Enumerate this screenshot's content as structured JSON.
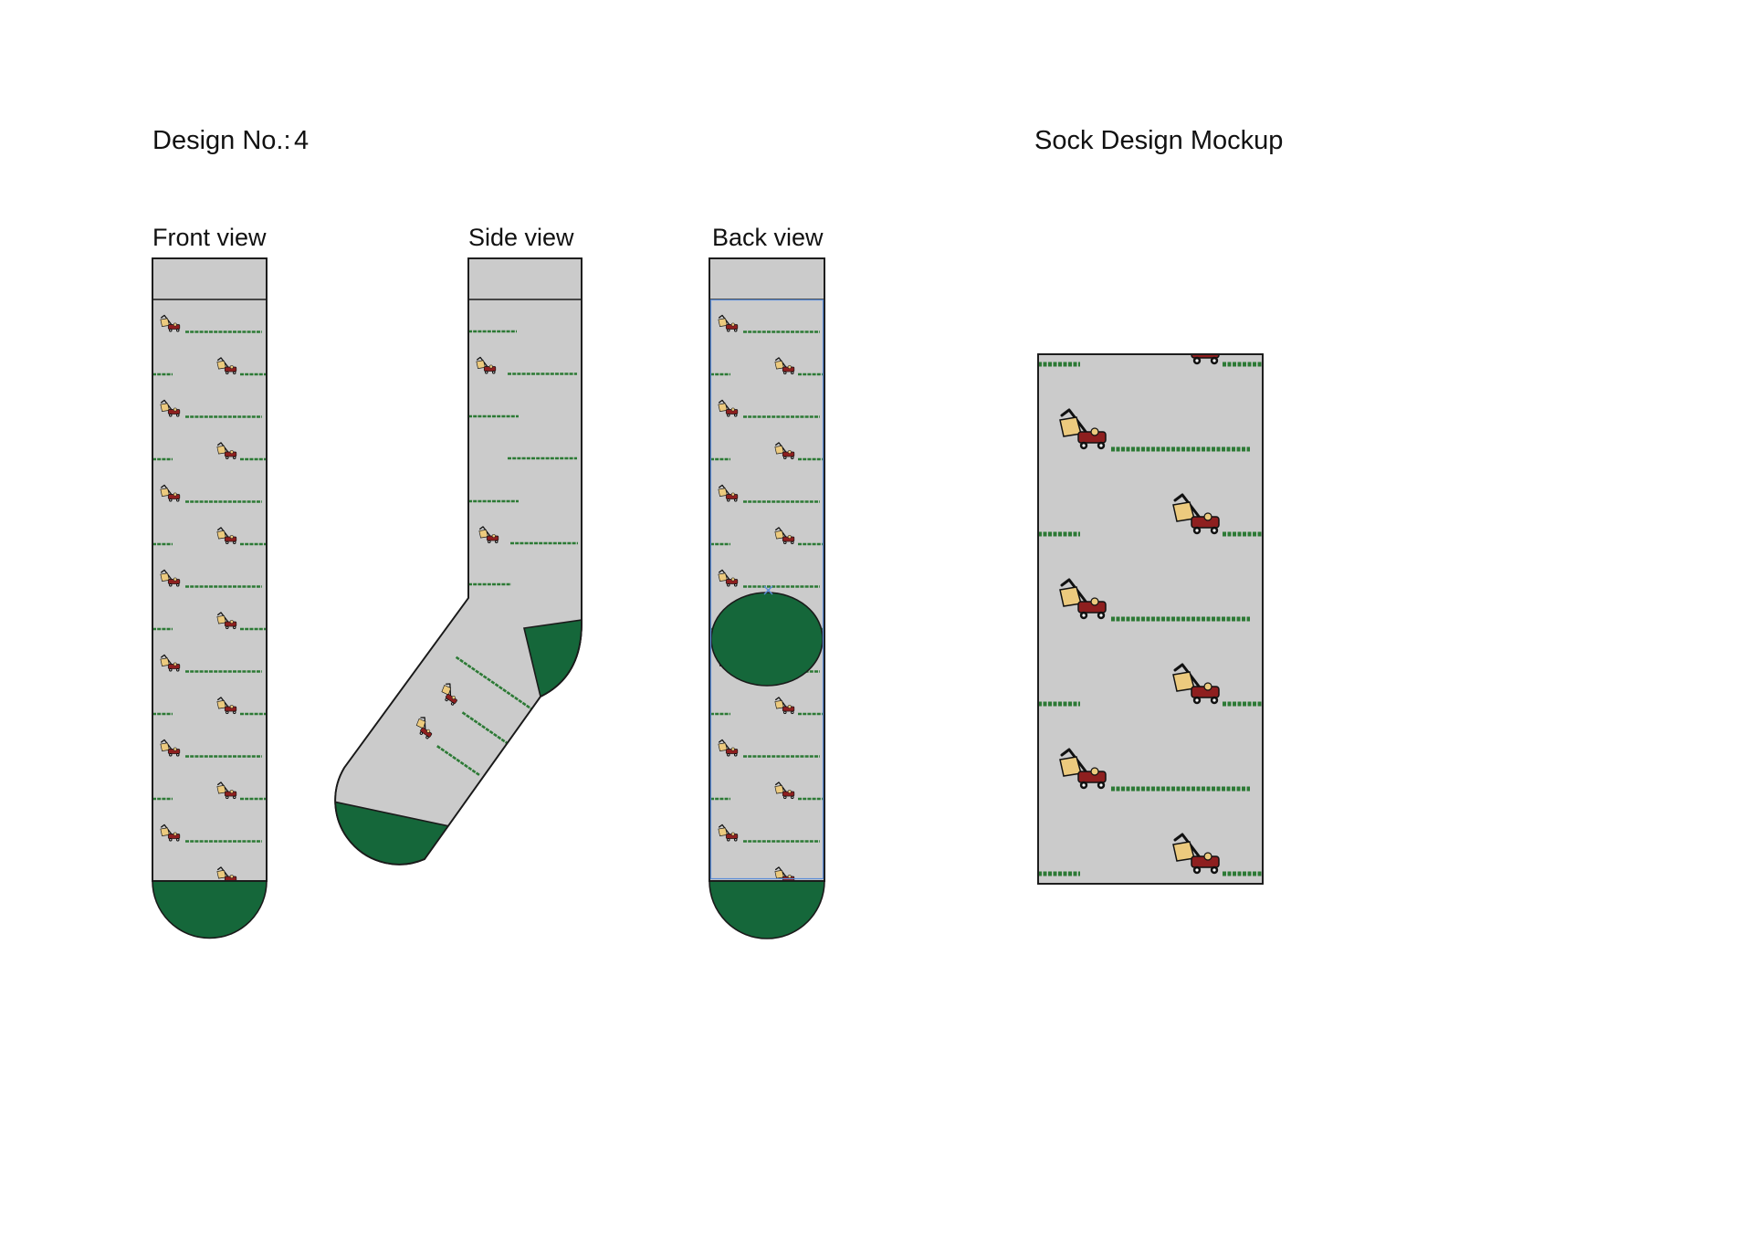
{
  "document": {
    "design_label": "Design No.:",
    "design_number": "4",
    "title": "Sock Design Mockup"
  },
  "views": [
    {
      "label": "Front view"
    },
    {
      "label": "Side view"
    },
    {
      "label": "Back view"
    }
  ],
  "icons": {
    "motif": "lawn-mower-icon",
    "ground": "grass-line"
  },
  "colors": {
    "background": "#ffffff",
    "sock_fabric": "#cbcbcb",
    "heel_toe": "#15673a",
    "grass": "#2c7a35",
    "mower_body": "#8e1f1f",
    "mower_bag": "#ecca7e",
    "outline": "#1a1a1a",
    "selection": "#5b8dd9"
  }
}
